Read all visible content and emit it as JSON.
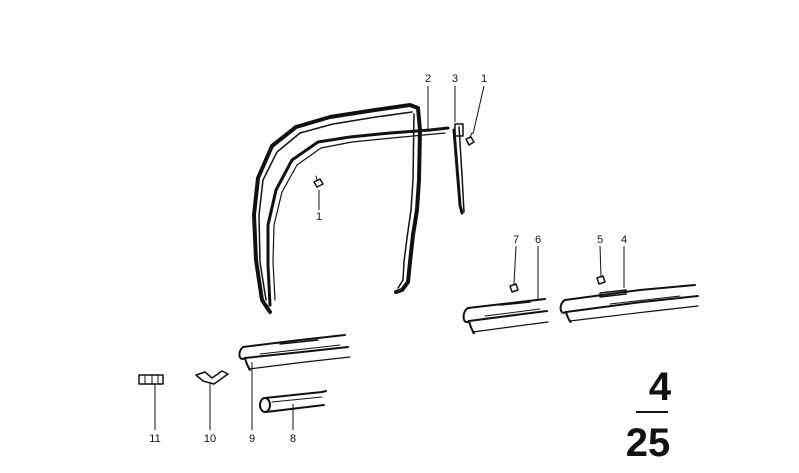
{
  "callouts": {
    "c1a": "1",
    "c1b": "1",
    "c2": "2",
    "c3": "3",
    "c4": "4",
    "c5": "5",
    "c6": "6",
    "c7": "7",
    "c8": "8",
    "c9": "9",
    "c10": "10",
    "c11": "11"
  },
  "page_ref": {
    "group": "4",
    "page": "25"
  },
  "colors": {
    "ink": "#111111",
    "paper": "#ffffff"
  }
}
